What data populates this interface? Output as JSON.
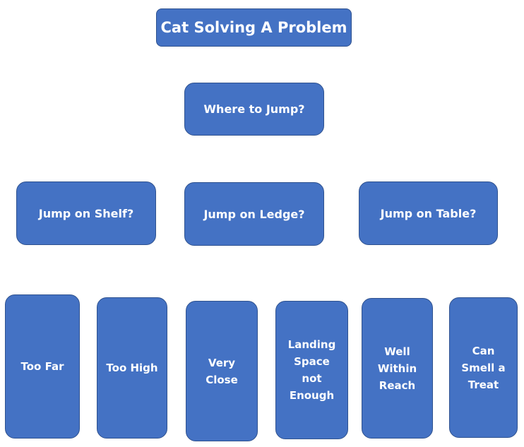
{
  "diagram": {
    "title": "Cat Solving A Problem",
    "question": "Where to Jump?",
    "options": [
      "Jump on Shelf?",
      "Jump on Ledge?",
      "Jump on Table?"
    ],
    "outcomes": [
      {
        "lines": [
          "Too Far"
        ]
      },
      {
        "lines": [
          "Too High"
        ]
      },
      {
        "lines": [
          "Very",
          "Close"
        ]
      },
      {
        "lines": [
          "Landing",
          "Space",
          "not",
          "Enough"
        ]
      },
      {
        "lines": [
          "Well",
          "Within",
          "Reach"
        ]
      },
      {
        "lines": [
          "Can",
          "Smell a",
          "Treat"
        ]
      }
    ],
    "colors": {
      "box_fill": "#4472c4",
      "box_border": "#2f528f",
      "text": "#ffffff",
      "background": "#ffffff"
    }
  }
}
